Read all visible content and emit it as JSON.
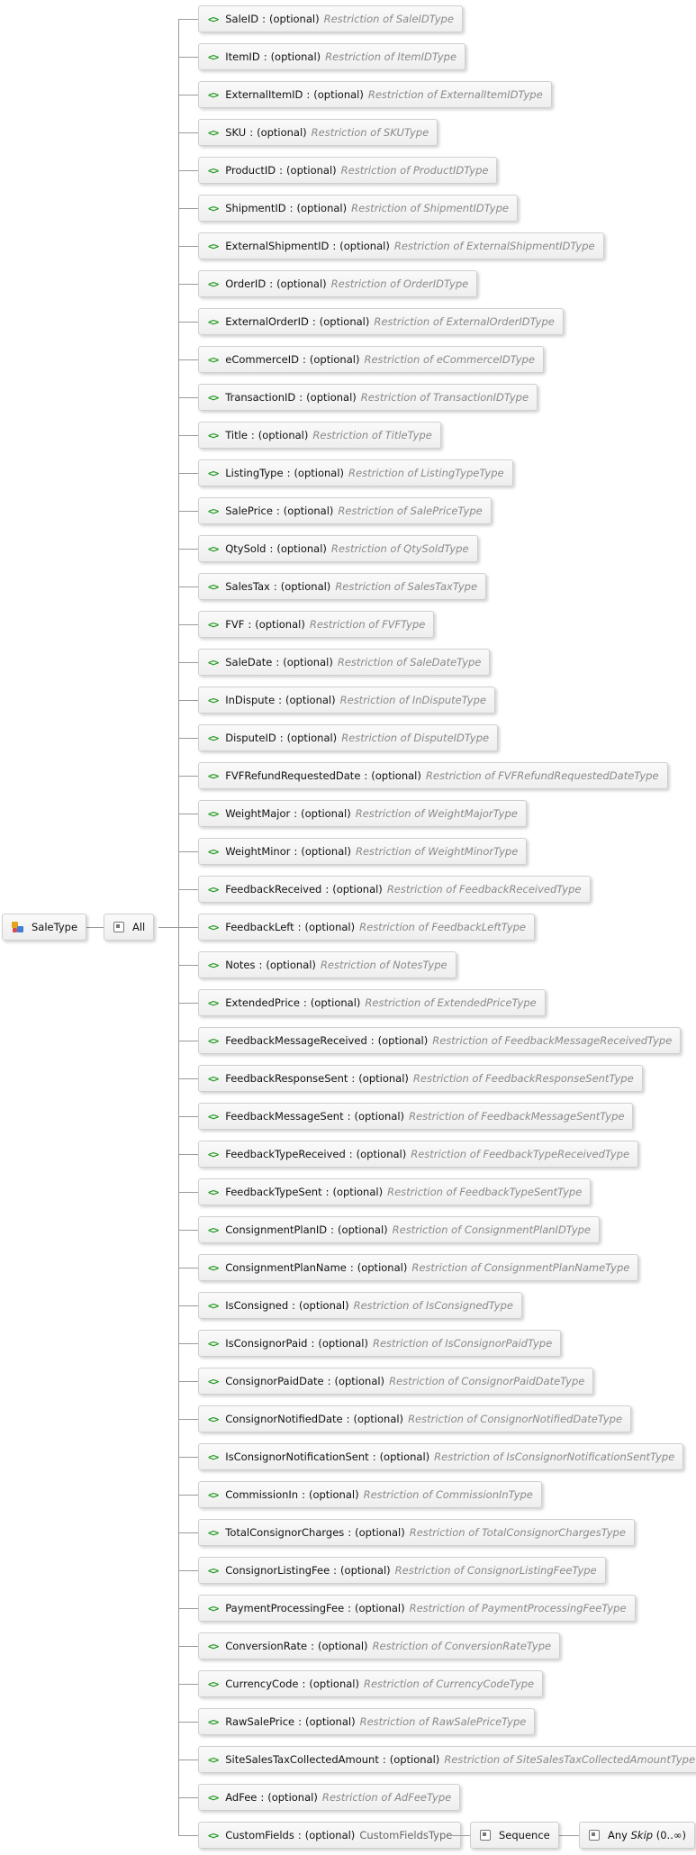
{
  "root": {
    "label": "SaleType",
    "icon": "complex-type-icon"
  },
  "compositor": {
    "label": "All",
    "icon": "all-compositor-icon"
  },
  "element_tag": "<>",
  "separator": ":",
  "elements": [
    {
      "name": "SaleID",
      "occurrence": "(optional)",
      "type": "Restriction of SaleIDType"
    },
    {
      "name": "ItemID",
      "occurrence": "(optional)",
      "type": "Restriction of ItemIDType"
    },
    {
      "name": "ExternalItemID",
      "occurrence": "(optional)",
      "type": "Restriction of ExternalItemIDType"
    },
    {
      "name": "SKU",
      "occurrence": "(optional)",
      "type": "Restriction of SKUType"
    },
    {
      "name": "ProductID",
      "occurrence": "(optional)",
      "type": "Restriction of ProductIDType"
    },
    {
      "name": "ShipmentID",
      "occurrence": "(optional)",
      "type": "Restriction of ShipmentIDType"
    },
    {
      "name": "ExternalShipmentID",
      "occurrence": "(optional)",
      "type": "Restriction of ExternalShipmentIDType"
    },
    {
      "name": "OrderID",
      "occurrence": "(optional)",
      "type": "Restriction of OrderIDType"
    },
    {
      "name": "ExternalOrderID",
      "occurrence": "(optional)",
      "type": "Restriction of ExternalOrderIDType"
    },
    {
      "name": "eCommerceID",
      "occurrence": "(optional)",
      "type": "Restriction of eCommerceIDType"
    },
    {
      "name": "TransactionID",
      "occurrence": "(optional)",
      "type": "Restriction of TransactionIDType"
    },
    {
      "name": "Title",
      "occurrence": "(optional)",
      "type": "Restriction of TitleType"
    },
    {
      "name": "ListingType",
      "occurrence": "(optional)",
      "type": "Restriction of ListingTypeType"
    },
    {
      "name": "SalePrice",
      "occurrence": "(optional)",
      "type": "Restriction of SalePriceType"
    },
    {
      "name": "QtySold",
      "occurrence": "(optional)",
      "type": "Restriction of QtySoldType"
    },
    {
      "name": "SalesTax",
      "occurrence": "(optional)",
      "type": "Restriction of SalesTaxType"
    },
    {
      "name": "FVF",
      "occurrence": "(optional)",
      "type": "Restriction of FVFType"
    },
    {
      "name": "SaleDate",
      "occurrence": "(optional)",
      "type": "Restriction of SaleDateType"
    },
    {
      "name": "InDispute",
      "occurrence": "(optional)",
      "type": "Restriction of InDisputeType"
    },
    {
      "name": "DisputeID",
      "occurrence": "(optional)",
      "type": "Restriction of DisputeIDType"
    },
    {
      "name": "FVFRefundRequestedDate",
      "occurrence": "(optional)",
      "type": "Restriction of FVFRefundRequestedDateType"
    },
    {
      "name": "WeightMajor",
      "occurrence": "(optional)",
      "type": "Restriction of WeightMajorType"
    },
    {
      "name": "WeightMinor",
      "occurrence": "(optional)",
      "type": "Restriction of WeightMinorType"
    },
    {
      "name": "FeedbackReceived",
      "occurrence": "(optional)",
      "type": "Restriction of FeedbackReceivedType"
    },
    {
      "name": "FeedbackLeft",
      "occurrence": "(optional)",
      "type": "Restriction of FeedbackLeftType"
    },
    {
      "name": "Notes",
      "occurrence": "(optional)",
      "type": "Restriction of NotesType"
    },
    {
      "name": "ExtendedPrice",
      "occurrence": "(optional)",
      "type": "Restriction of ExtendedPriceType"
    },
    {
      "name": "FeedbackMessageReceived",
      "occurrence": "(optional)",
      "type": "Restriction of FeedbackMessageReceivedType"
    },
    {
      "name": "FeedbackResponseSent",
      "occurrence": "(optional)",
      "type": "Restriction of FeedbackResponseSentType"
    },
    {
      "name": "FeedbackMessageSent",
      "occurrence": "(optional)",
      "type": "Restriction of FeedbackMessageSentType"
    },
    {
      "name": "FeedbackTypeReceived",
      "occurrence": "(optional)",
      "type": "Restriction of FeedbackTypeReceivedType"
    },
    {
      "name": "FeedbackTypeSent",
      "occurrence": "(optional)",
      "type": "Restriction of FeedbackTypeSentType"
    },
    {
      "name": "ConsignmentPlanID",
      "occurrence": "(optional)",
      "type": "Restriction of ConsignmentPlanIDType"
    },
    {
      "name": "ConsignmentPlanName",
      "occurrence": "(optional)",
      "type": "Restriction of ConsignmentPlanNameType"
    },
    {
      "name": "IsConsigned",
      "occurrence": "(optional)",
      "type": "Restriction of IsConsignedType"
    },
    {
      "name": "IsConsignorPaid",
      "occurrence": "(optional)",
      "type": "Restriction of IsConsignorPaidType"
    },
    {
      "name": "ConsignorPaidDate",
      "occurrence": "(optional)",
      "type": "Restriction of ConsignorPaidDateType"
    },
    {
      "name": "ConsignorNotifiedDate",
      "occurrence": "(optional)",
      "type": "Restriction of ConsignorNotifiedDateType"
    },
    {
      "name": "IsConsignorNotificationSent",
      "occurrence": "(optional)",
      "type": "Restriction of IsConsignorNotificationSentType"
    },
    {
      "name": "CommissionIn",
      "occurrence": "(optional)",
      "type": "Restriction of CommissionInType"
    },
    {
      "name": "TotalConsignorCharges",
      "occurrence": "(optional)",
      "type": "Restriction of TotalConsignorChargesType"
    },
    {
      "name": "ConsignorListingFee",
      "occurrence": "(optional)",
      "type": "Restriction of ConsignorListingFeeType"
    },
    {
      "name": "PaymentProcessingFee",
      "occurrence": "(optional)",
      "type": "Restriction of PaymentProcessingFeeType"
    },
    {
      "name": "ConversionRate",
      "occurrence": "(optional)",
      "type": "Restriction of ConversionRateType"
    },
    {
      "name": "CurrencyCode",
      "occurrence": "(optional)",
      "type": "Restriction of CurrencyCodeType"
    },
    {
      "name": "RawSalePrice",
      "occurrence": "(optional)",
      "type": "Restriction of RawSalePriceType"
    },
    {
      "name": "SiteSalesTaxCollectedAmount",
      "occurrence": "(optional)",
      "type": "Restriction of SiteSalesTaxCollectedAmountType"
    },
    {
      "name": "AdFee",
      "occurrence": "(optional)",
      "type": "Restriction of AdFeeType"
    },
    {
      "name": "CustomFields",
      "occurrence": "(optional)",
      "type": "CustomFieldsType"
    }
  ],
  "custom_fields_children": {
    "sequence": {
      "label": "Sequence",
      "icon": "sequence-compositor-icon"
    },
    "any": {
      "label_prefix": "Any",
      "process": "Skip",
      "range": "(0..∞)",
      "icon": "any-wildcard-icon"
    }
  },
  "colors": {
    "tag": "#1f9a1f",
    "type_text": "#8a8a8a",
    "connector": "#9a9a9a"
  }
}
